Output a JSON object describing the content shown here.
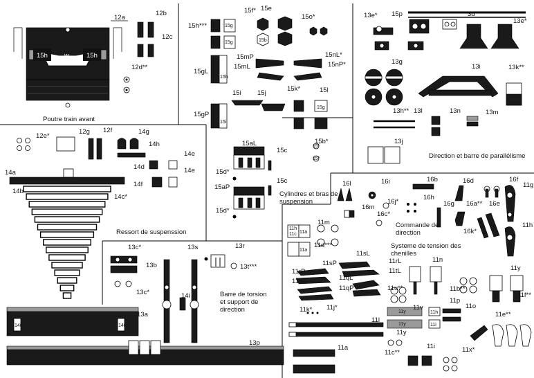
{
  "sections": {
    "front_beam": "Poutre train avant",
    "steering": "Direction et barre de parallélisme",
    "cylinders": "Cylindres et bras de suspension",
    "spring": "Ressort de suspenssion",
    "control": "Commande de direction",
    "tension": "Systeme de tension des chenilles",
    "torsion": "Barre de torsion et support de direction"
  },
  "labels": {
    "p12a": "12a",
    "p12b": "12b",
    "p12c": "12c",
    "p12d": "12d**",
    "p15h_stars": "15h***",
    "p15f": "15f*",
    "p15e": "15e",
    "p15o": "15o*",
    "p15g": "15g",
    "p15b_small": "15b",
    "p15mP": "15mP",
    "p15mL": "15mL",
    "p15nL": "15nL*",
    "p15nP": "15nP*",
    "p15gL": "15gL",
    "p15h": "15h",
    "p15i": "15i",
    "p15j": "15j",
    "p15k": "15k*",
    "p15l": "15l",
    "p15gP": "15gP",
    "p13e_a": "13e*",
    "p15p": "15p",
    "p3d": "3d",
    "p13e_b": "13e*",
    "p13g": "13g",
    "p13i": "13i",
    "p13k": "13k**",
    "p13h": "13h**",
    "p13l": "13l",
    "p13n": "13n",
    "p13m": "13m",
    "p13j": "13j",
    "p12e": "12e*",
    "p12g": "12g",
    "p12f": "12f",
    "p14g": "14g",
    "p14h": "14h",
    "p14e_a": "14e",
    "p14d": "14d",
    "p14e_b": "14e",
    "p14f": "14f",
    "p14a": "14a",
    "p14b": "14b",
    "p14c": "14c*",
    "p15aL": "15aL",
    "p15c_a": "15c",
    "p15b": "15b*",
    "p15d_a": "15d*",
    "p15aP": "15aP",
    "p15c_b": "15c",
    "p15d_b": "15d*",
    "p16l": "16l",
    "p16i": "16i",
    "p16b": "16b",
    "p16d": "16d",
    "p16f": "16f",
    "p11g": "11g",
    "p16j": "16j*",
    "p16h": "16h",
    "p16g": "16g",
    "p16a": "16a**",
    "p16e": "16e",
    "p16m": "16m",
    "p16c": "16c*",
    "p16k": "16k*",
    "p11h": "11h",
    "p11m": "11m",
    "p11d": "11d***",
    "p11sL": "11sL",
    "p11rL": "11rL",
    "p11tL": "11tL",
    "p11sP": "11sP",
    "p11rP": "11rP",
    "p11tP": "11tP",
    "p11qL": "11qL",
    "p11qP": "11qP",
    "p11n": "11n",
    "p11y_a": "11y",
    "p11u": "11u**",
    "p11b": "11b**",
    "p11f": "11f**",
    "p11k": "11k*",
    "p11j": "11j*",
    "p11v": "11v",
    "p11p": "11p",
    "p11o": "11o",
    "p11e": "11e**",
    "p11l": "11l",
    "p11y_b": "11y",
    "p11a": "11a",
    "p11c": "11c**",
    "p11i": "11i",
    "p11x": "11x*",
    "p13c_a": "13c*",
    "p13b": "13b",
    "p13c_b": "13c*",
    "p13s": "13s",
    "p13r": "13r",
    "p13t": "13t***",
    "p14i": "14i",
    "p13a": "13a",
    "p13p": "13p"
  },
  "inline_marks": {
    "w": "w",
    "l15h": "15h",
    "l15g": "15g",
    "l15b": "15b",
    "l15f": "15f",
    "l15i": "15i",
    "l11h": "11h",
    "l11c": "11c",
    "l11a": "11a",
    "l11y": "11y",
    "l14i": "14i",
    "l11i": "11i"
  }
}
